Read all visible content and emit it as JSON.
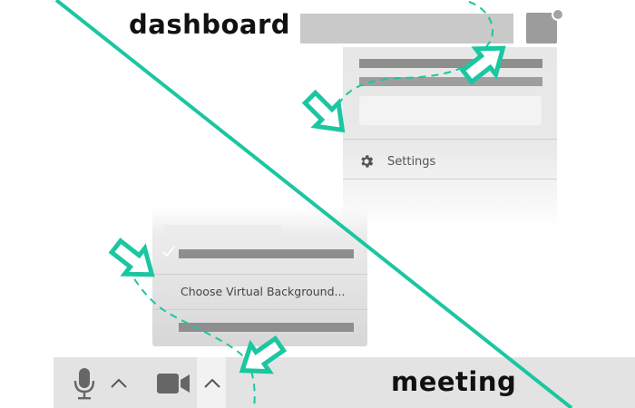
{
  "labels": {
    "dashboard": "dashboard",
    "meeting": "meeting"
  },
  "dashboard_menu": {
    "settings_label": "Settings"
  },
  "meeting_menu": {
    "virtual_background_label": "Choose Virtual Background..."
  },
  "colors": {
    "accent": "#1bc6a0",
    "placeholder_bar": "#8e8e8e",
    "panel": "#e7e7e7",
    "icon": "#555555"
  },
  "icons": {
    "settings": "gear-icon",
    "audio": "microphone-icon",
    "video": "video-camera-icon",
    "chevron": "chevron-up-icon",
    "checkmark": "checkmark-icon",
    "pointer": "arrow-icon"
  }
}
